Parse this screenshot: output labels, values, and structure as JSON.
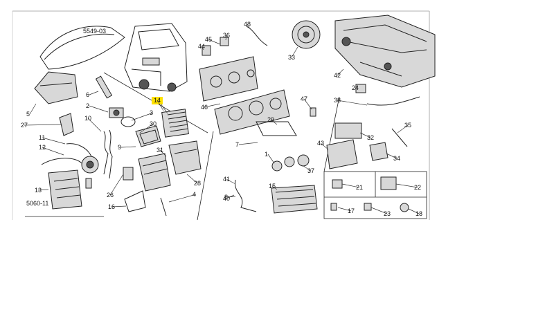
{
  "diagram": {
    "ref_codes": [
      "5549-03",
      "5060-11"
    ],
    "highlight_color": "#ffe100",
    "highlighted_part": "14",
    "parts": [
      "1",
      "2",
      "3",
      "4",
      "5",
      "6",
      "7",
      "8",
      "9",
      "10",
      "11",
      "12",
      "13",
      "14",
      "15",
      "16",
      "17",
      "18",
      "21",
      "22",
      "23",
      "24",
      "26",
      "27",
      "28",
      "29",
      "30",
      "31",
      "32",
      "33",
      "34",
      "35",
      "36",
      "37",
      "38",
      "40",
      "41",
      "42",
      "43",
      "44",
      "45",
      "46",
      "47",
      "48"
    ]
  }
}
